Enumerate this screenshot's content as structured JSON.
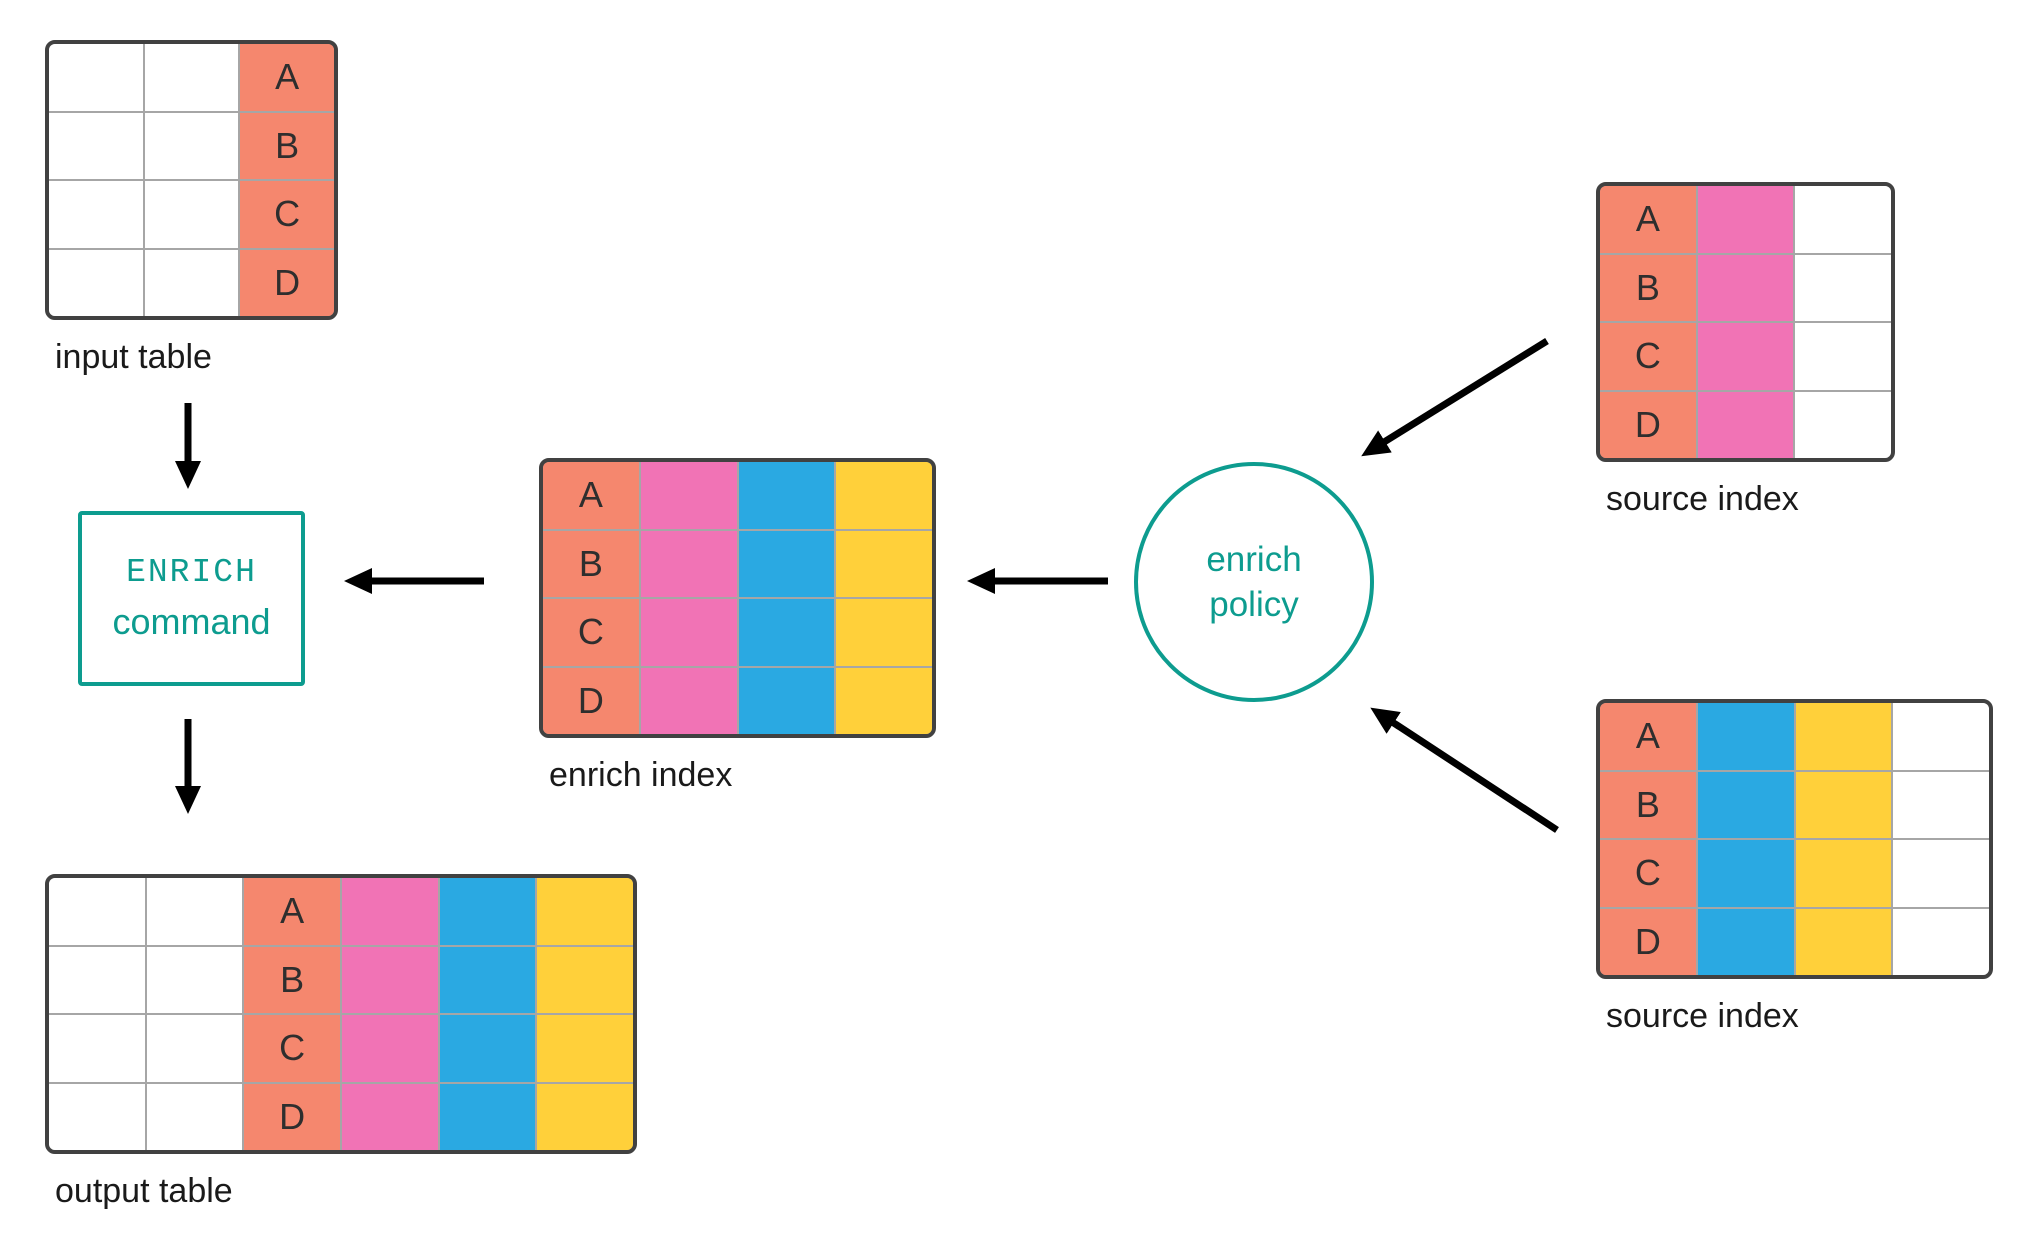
{
  "colors": {
    "white": "#FFFFFF",
    "salmon": "#F5876E",
    "pink": "#F173B5",
    "blue": "#2AA9E2",
    "yellow": "#FFD03A",
    "teal": "#0D9C8F",
    "border": "#414141",
    "grid": "#A6A6A6",
    "text": "#1A1A1A",
    "arrow": "#000000"
  },
  "tables": {
    "input_table": {
      "label": "input table",
      "rows": [
        "A",
        "B",
        "C",
        "D"
      ],
      "columns": [
        {
          "fill": "white",
          "letters": false
        },
        {
          "fill": "white",
          "letters": false
        },
        {
          "fill": "salmon",
          "letters": true
        }
      ]
    },
    "enrich_index": {
      "label": "enrich index",
      "rows": [
        "A",
        "B",
        "C",
        "D"
      ],
      "columns": [
        {
          "fill": "salmon",
          "letters": true
        },
        {
          "fill": "pink",
          "letters": false
        },
        {
          "fill": "blue",
          "letters": false
        },
        {
          "fill": "yellow",
          "letters": false
        }
      ]
    },
    "output_table": {
      "label": "output table",
      "rows": [
        "A",
        "B",
        "C",
        "D"
      ],
      "columns": [
        {
          "fill": "white",
          "letters": false
        },
        {
          "fill": "white",
          "letters": false
        },
        {
          "fill": "salmon",
          "letters": true
        },
        {
          "fill": "pink",
          "letters": false
        },
        {
          "fill": "blue",
          "letters": false
        },
        {
          "fill": "yellow",
          "letters": false
        }
      ]
    },
    "source_index_top": {
      "label": "source index",
      "rows": [
        "A",
        "B",
        "C",
        "D"
      ],
      "columns": [
        {
          "fill": "salmon",
          "letters": true
        },
        {
          "fill": "pink",
          "letters": false
        },
        {
          "fill": "white",
          "letters": false
        }
      ]
    },
    "source_index_bottom": {
      "label": "source index",
      "rows": [
        "A",
        "B",
        "C",
        "D"
      ],
      "columns": [
        {
          "fill": "salmon",
          "letters": true
        },
        {
          "fill": "blue",
          "letters": false
        },
        {
          "fill": "yellow",
          "letters": false
        },
        {
          "fill": "white",
          "letters": false
        }
      ]
    }
  },
  "nodes": {
    "enrich_command": {
      "line1": "ENRICH",
      "line2": "command"
    },
    "enrich_policy": {
      "line1": "enrich",
      "line2": "policy"
    }
  },
  "edges": [
    {
      "from": "input-table",
      "to": "enrich-command"
    },
    {
      "from": "enrich-command",
      "to": "output-table"
    },
    {
      "from": "enrich-index",
      "to": "enrich-command"
    },
    {
      "from": "enrich-policy",
      "to": "enrich-index"
    },
    {
      "from": "source-index-top",
      "to": "enrich-policy"
    },
    {
      "from": "source-index-bottom",
      "to": "enrich-policy"
    }
  ]
}
